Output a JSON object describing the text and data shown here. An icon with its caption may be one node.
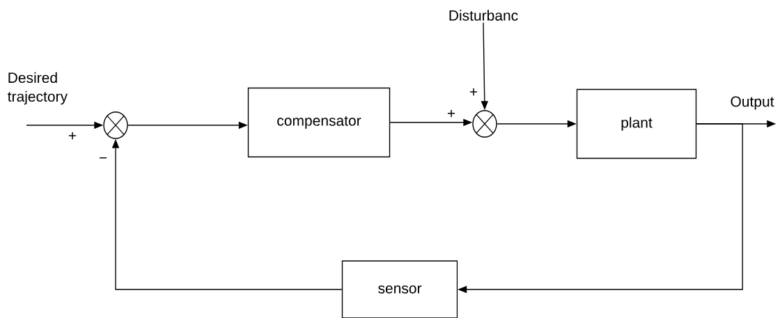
{
  "diagram": {
    "nodes": [
      {
        "text": [],
        "shape": "circle"
      },
      {
        "text": [
          "compensator"
        ]
      },
      {
        "text": [],
        "shape": "circle"
      },
      {
        "text": [
          "Disturbanc"
        ]
      },
      {
        "text": [
          "plant"
        ]
      },
      {
        "text": [
          "sensor"
        ]
      },
      {
        "text": [
          "Desired trajectory"
        ]
      },
      {
        "text": [
          "Output"
        ]
      }
    ],
    "edges": [
      {
        "from": 6,
        "to": 0,
        "arrow": "to"
      },
      {
        "from": 0,
        "to": 1,
        "arrow": "to"
      },
      {
        "from": 1,
        "to": 2,
        "arrow": "to"
      },
      {
        "from": 3,
        "to": 2,
        "arrow": "to"
      },
      {
        "from": 2,
        "to": 4,
        "arrow": "to"
      },
      {
        "from": 4,
        "to": 7,
        "arrow": "to"
      },
      {
        "from": 4,
        "to": 5,
        "arrow": "to"
      },
      {
        "from": 5,
        "to": 0,
        "arrow": "to"
      }
    ],
    "labels": [
      "+",
      "+",
      "+",
      "−"
    ]
  }
}
